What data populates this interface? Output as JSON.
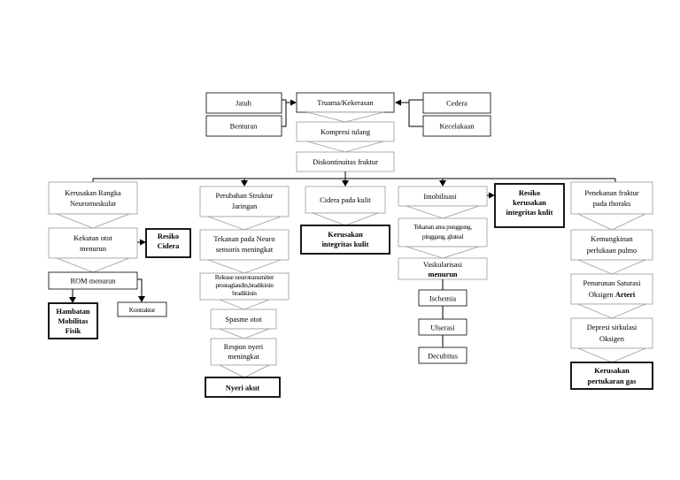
{
  "top": {
    "jatuh": "Jatuh",
    "benturan": "Benturan",
    "trauma": "Truama/Kekerasan",
    "cedera": "Cedera",
    "kecelakaan": "Kecelakaan",
    "kompresi": "Kompresi tulang",
    "diskontinuitas": "Diskontinuitas fraktur"
  },
  "branch1": {
    "kerusakan_l1": "Kerusakan Rangka",
    "kerusakan_l2": "Neuromuskular",
    "kekuatan_l1": "Kekutan otot",
    "kekuatan_l2": "menurun",
    "resiko_l1": "Resiko",
    "resiko_l2": "Cidera",
    "rom": "ROM menurun",
    "hambatan_l1": "Hambatan",
    "hambatan_l2": "Mobilitas",
    "hambatan_l3": "Fisik",
    "kontraktur": "Kontraktur"
  },
  "branch2": {
    "perubahan_l1": "Perubahan Struktur",
    "perubahan_l2": "Jaringan",
    "tekanan_l1": "Tekanan pada Neuro",
    "tekanan_l2": "sensoris meningkat",
    "release_l1": "Release neurotransmitter",
    "release_l2": "prostaglandin,bradikinin",
    "release_l3": "bradikinin",
    "spasme": "Spasme otot",
    "respon_l1": "Respon nyeri",
    "respon_l2": "meningkat",
    "nyeri": "Nyeri akut"
  },
  "branch3": {
    "cidera_kulit": "Cidera pada kulit",
    "kerusakan_l1": "Kerusakan",
    "kerusakan_l2": "integritas kulit"
  },
  "branch4": {
    "imobilisasi": "Imobilisasi",
    "resiko_l1": "Resiko",
    "resiko_l2": "kerusakan",
    "resiko_l3": "integritas kulit",
    "tekanan_l1": "Tekanan area punggung,",
    "tekanan_l2": "pinggang, gluteal",
    "vaskularisasi_l1": "Vaskularisasi",
    "vaskularisasi_l2": "menurun",
    "ischemia": "Ischemia",
    "ulserasi": "Ulserasi",
    "decubitus": "Decubitus"
  },
  "branch5": {
    "penekanan_l1": "Penekanan fraktur",
    "penekanan_l2": "pada thoraks",
    "kemungkinan_l1": "Kemungkinan",
    "kemungkinan_l2": "perlukaan pulmo",
    "penurunan_l1": "Penurunan Saturasi",
    "penurunan_l2": "Oksigen",
    "penurunan_bold": "Arteri",
    "depresi_l1": "Depresi sirkulasi",
    "depresi_l2": "Oksigen",
    "kerusakan_l1": "Kerusakan",
    "kerusakan_l2": "pertukaran gas"
  }
}
